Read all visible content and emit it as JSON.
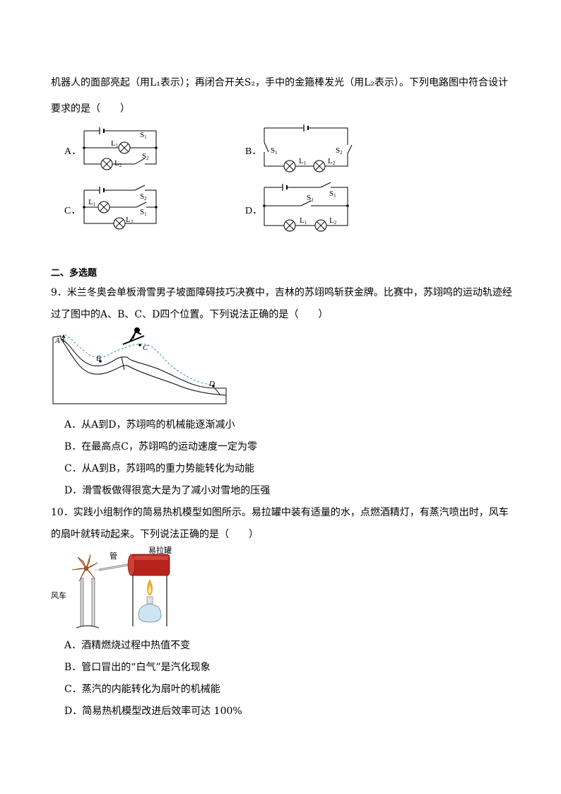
{
  "q8": {
    "line1": "机器人的面部亮起（用L₁表示）；再闭合开关S₂，手中的金箍棒发光（用L₂表示）。下列电路图中符合设计",
    "line2": "要求的是（　　）",
    "options": [
      {
        "label": "A．"
      },
      {
        "label": "B．"
      },
      {
        "label": "C．"
      },
      {
        "label": "D．"
      }
    ],
    "labels": {
      "S1": "S",
      "S2": "S",
      "L1": "L",
      "L2": "L",
      "sub1": "1",
      "sub2": "2"
    }
  },
  "section2": {
    "title": "二、多选题"
  },
  "q9": {
    "line1": "9．米兰冬奥会单板滑雪男子坡面障碍技巧决赛中，吉林的苏翊鸣斩获金牌。比赛中，苏翊鸣的运动轨迹经",
    "line2": "过了图中的A、B、C、D四个位置。下列说法正确的是（　　）",
    "figure": {
      "A": "A",
      "B": "B",
      "C": "C",
      "D": "D"
    },
    "choices": [
      "A．从A到D，苏翊鸣的机械能逐渐减小",
      "B．在最高点C，苏翊鸣的运动速度一定为零",
      "C．从A到B，苏翊鸣的重力势能转化为动能",
      "D．滑雪板做得很宽大是为了减小对雪地的压强"
    ]
  },
  "q10": {
    "line1": "10．实践小组制作的简易热机模型如图所示。易拉罐中装有适量的水，点燃酒精灯，有蒸汽喷出时，风车",
    "line2": "的扇叶就转动起来。下列说法正确的是（　　）",
    "figure": {
      "pipe": "管",
      "can": "易拉罐",
      "windmill": "风车"
    },
    "choices": [
      "A．酒精燃烧过程中热值不变",
      "B．管口冒出的“白气”是汽化现象",
      "C．蒸汽的内能转化为扇叶的机械能",
      "D．简易热机模型改进后效率可达 100%"
    ]
  }
}
